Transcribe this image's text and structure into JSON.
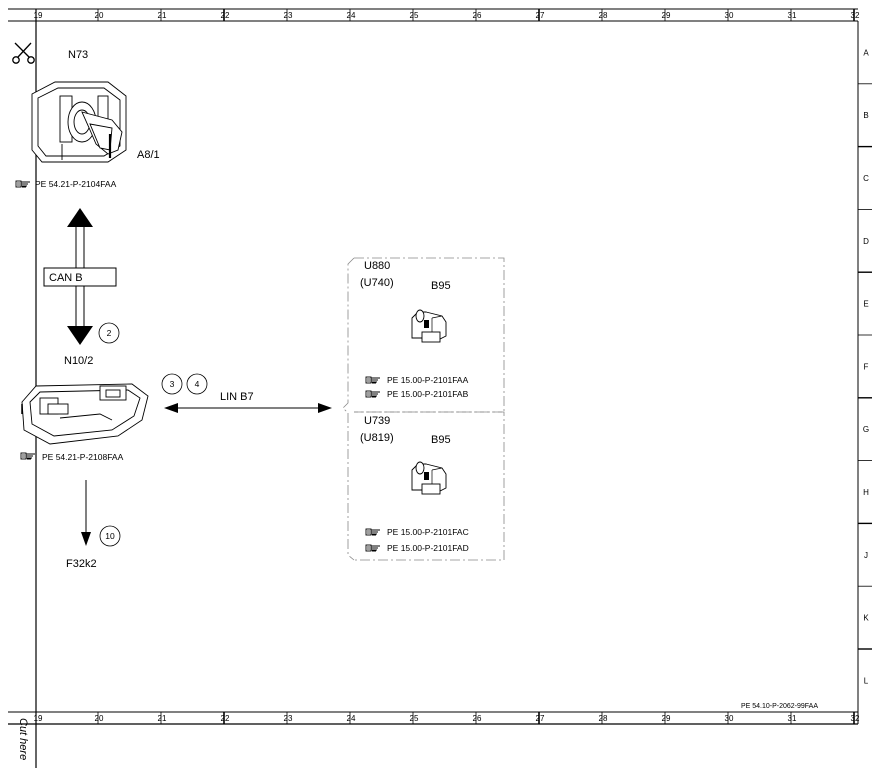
{
  "frame": {
    "column_numbers": [
      "19",
      "20",
      "21",
      "22",
      "23",
      "24",
      "25",
      "26",
      "27",
      "28",
      "29",
      "30",
      "31",
      "32"
    ],
    "row_letters": [
      "A",
      "B",
      "C",
      "D",
      "E",
      "F",
      "G",
      "H",
      "J",
      "K",
      "L"
    ],
    "cut_here": "Cut here",
    "drawing_ref": "PE 54.10-P-2062-99FAA"
  },
  "components": {
    "n73": {
      "code": "N73",
      "sub": "A8/1",
      "ref": "PE 54.21-P-2104FAA",
      "icon": "ignition-switch-icon"
    },
    "n10_2": {
      "code": "N10/2",
      "ref": "PE 54.21-P-2108FAA",
      "icon": "sam-module-icon"
    },
    "f32k2": {
      "code": "F32k2"
    },
    "u880": {
      "variant": "U880",
      "variant_alt": "(U740)",
      "code": "B95",
      "refs": [
        "PE 15.00-P-2101FAA",
        "PE 15.00-P-2101FAB"
      ],
      "icon": "sensor-icon"
    },
    "u739": {
      "variant": "U739",
      "variant_alt": "(U819)",
      "code": "B95",
      "refs": [
        "PE 15.00-P-2101FAC",
        "PE 15.00-P-2101FAD"
      ],
      "icon": "sensor-icon"
    }
  },
  "connections": {
    "can_bus": "CAN B",
    "lin_bus": "LIN B7",
    "markers": [
      "2",
      "3",
      "4",
      "10"
    ]
  },
  "icons": {
    "cut": "scissors-icon",
    "reference": "pointing-hand-icon"
  }
}
